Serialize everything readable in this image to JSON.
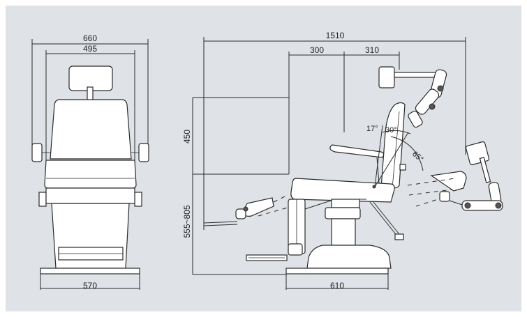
{
  "dimensions": {
    "front_overall_width": "660",
    "front_inner_width": "495",
    "front_base_width": "570",
    "side_overall_length": "1510",
    "headrest_offset_a": "300",
    "headrest_offset_b": "310",
    "back_height": "450",
    "seat_height_range": "555~805",
    "side_base_width": "610"
  },
  "angles": {
    "back_angle_a": "17°",
    "back_angle_b": "30°",
    "recline_angle": "65°"
  }
}
